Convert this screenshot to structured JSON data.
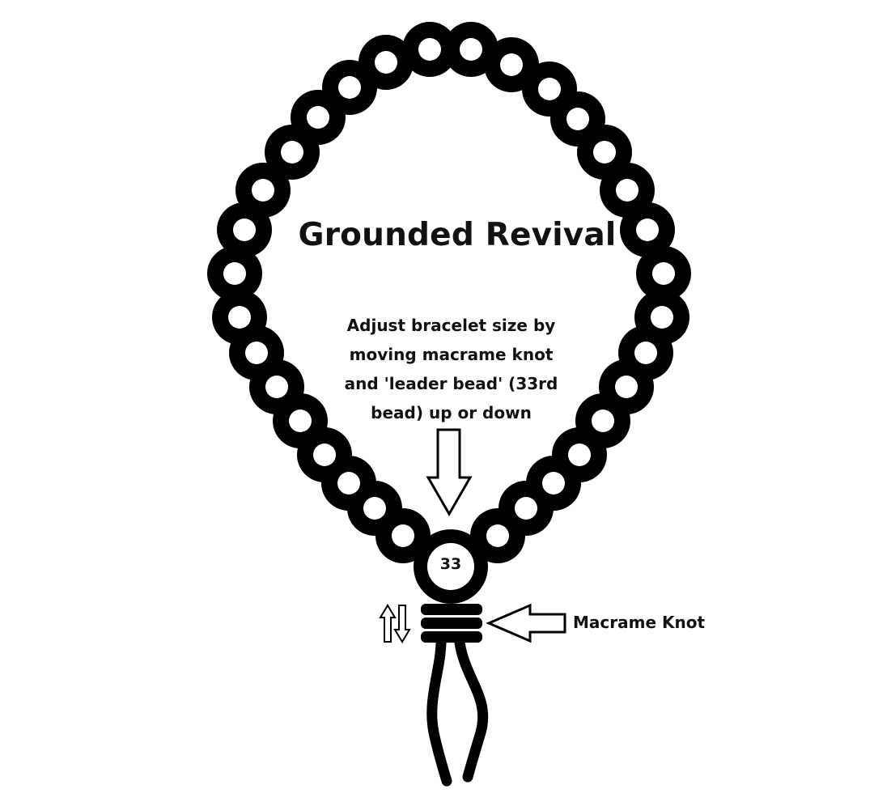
{
  "title": "Grounded Revival",
  "instruction": {
    "lines": [
      "Adjust bracelet size by",
      "moving macrame knot",
      "and 'leader bead' (33rd",
      "bead) up or down"
    ]
  },
  "leader_bead": {
    "number": "33"
  },
  "knot": {
    "label": "Macrame Knot"
  },
  "colors": {
    "ink": "#000000",
    "background": "#ffffff"
  },
  "icons": [
    "down-arrow-icon",
    "left-arrow-icon",
    "up-down-arrows-icon"
  ]
}
